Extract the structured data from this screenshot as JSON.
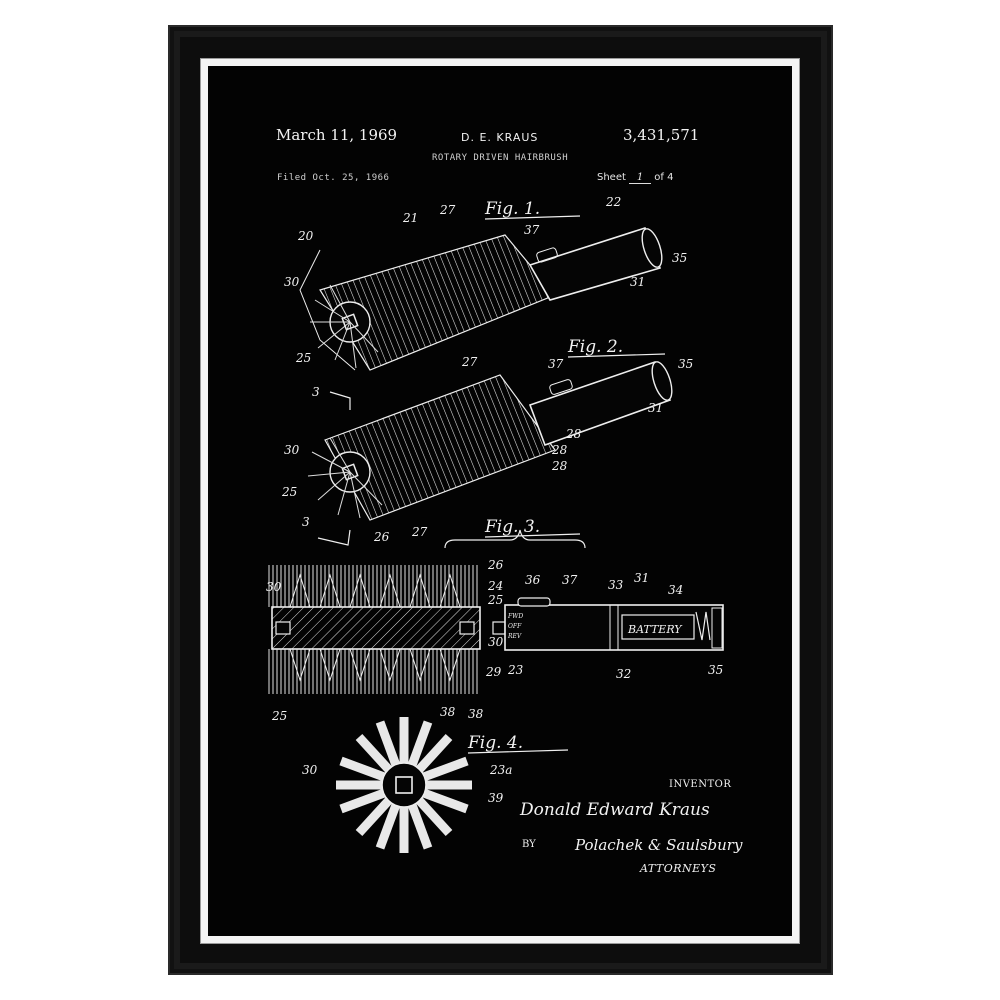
{
  "header": {
    "date": "March 11, 1969",
    "inventor_short": "D. E. KRAUS",
    "patent_number": "3,431,571",
    "title": "ROTARY DRIVEN HAIRBRUSH",
    "filed": "Filed Oct. 25, 1966",
    "sheet_prefix": "Sheet",
    "sheet_number": "1",
    "sheet_suffix": "of 4"
  },
  "figures": {
    "fig1": "Fig. 1.",
    "fig2": "Fig. 2.",
    "fig3": "Fig. 3.",
    "fig4": "Fig. 4."
  },
  "labels": {
    "battery": "BATTERY",
    "switch_fwd": "FWD",
    "switch_off": "OFF",
    "switch_rev": "REV"
  },
  "refs": {
    "r20": "20",
    "r21": "21",
    "r27a": "27",
    "r22": "22",
    "r37a": "37",
    "r35a": "35",
    "r31a": "31",
    "r30a": "30",
    "r25a": "25",
    "r3a": "3",
    "r27b": "27",
    "r37b": "37",
    "r35b": "35",
    "r31b": "31",
    "r28a": "28",
    "r28b": "28",
    "r28c": "28",
    "r30b": "30",
    "r25b": "25",
    "r3b": "3",
    "r26a": "26",
    "r27c": "27",
    "r26b": "26",
    "r24": "24",
    "r25c": "25",
    "r30c": "30",
    "r30d": "30",
    "r29": "29",
    "r23": "23",
    "r25d": "25",
    "r36": "36",
    "r37c": "37",
    "r33": "33",
    "r31c": "31",
    "r34": "34",
    "r32": "32",
    "r35c": "35",
    "r38a": "38",
    "r38b": "38",
    "r30e": "30",
    "r23a": "23a",
    "r39": "39"
  },
  "signature": {
    "inventor_label": "INVENTOR",
    "inventor_name": "Donald Edward Kraus",
    "by": "BY",
    "attorneys_signature": "Polachek & Saulsbury",
    "attorneys_label": "ATTORNEYS"
  }
}
